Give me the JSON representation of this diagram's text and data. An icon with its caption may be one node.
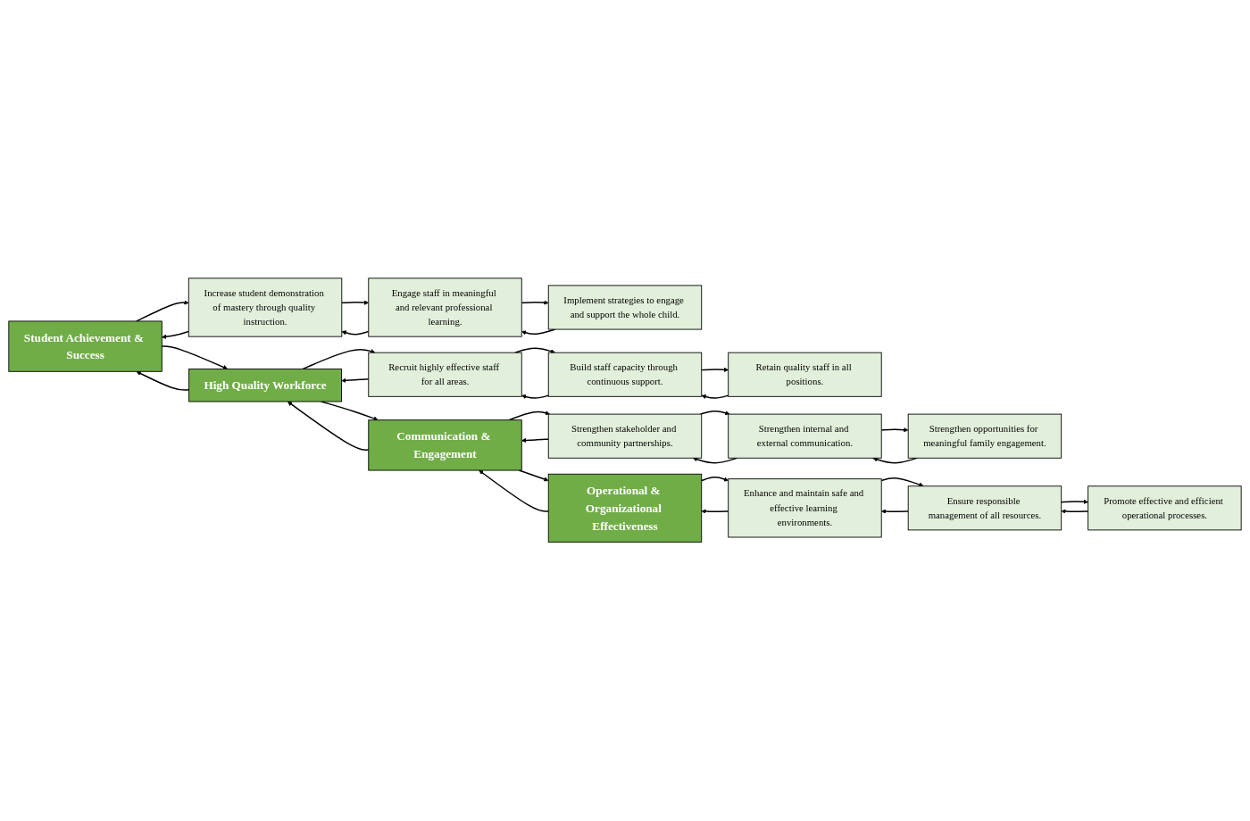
{
  "diagram": {
    "nodes": [
      {
        "text": [
          "Student Achievement & Success"
        ]
      },
      {
        "text": [
          "Increase student demonstration of mastery through quality instruction."
        ]
      },
      {
        "text": [
          "Engage staff in meaningful and relevant professional learning."
        ]
      },
      {
        "text": [
          "Implement strategies to engage and support the whole child."
        ]
      },
      {
        "text": [
          "High Quality Workforce"
        ]
      },
      {
        "text": [
          "Recruit highly effective staff for all areas."
        ]
      },
      {
        "text": [
          "Build staff capacity through continuous support."
        ]
      },
      {
        "text": [
          "Retain quality staff in all positions."
        ]
      },
      {
        "text": [
          "Communication & Engagement"
        ]
      },
      {
        "text": [
          "Strengthen stakeholder and community partnerships."
        ]
      },
      {
        "text": [
          "Strengthen internal and external communication."
        ]
      },
      {
        "text": [
          "Strengthen opportunities for meaningful family engagement."
        ]
      },
      {
        "text": [
          "Operational & Organizational Effectiveness"
        ]
      },
      {
        "text": [
          "Enhance and maintain safe and effective learning environments."
        ]
      },
      {
        "text": [
          "Ensure responsible management of all resources."
        ]
      },
      {
        "text": [
          "Promote effective and efficient operational processes."
        ]
      }
    ],
    "edges": [
      {
        "from": 1,
        "to": 0,
        "arrow": "to"
      },
      {
        "from": 0,
        "to": 1,
        "arrow": "to"
      },
      {
        "from": 2,
        "to": 1,
        "arrow": "to"
      },
      {
        "from": 1,
        "to": 2,
        "arrow": "to"
      },
      {
        "from": 3,
        "to": 2,
        "arrow": "to"
      },
      {
        "from": 2,
        "to": 3,
        "arrow": "to"
      },
      {
        "from": 4,
        "to": 0,
        "arrow": "to"
      },
      {
        "from": 0,
        "to": 4,
        "arrow": "to"
      },
      {
        "from": 5,
        "to": 4,
        "arrow": "to"
      },
      {
        "from": 4,
        "to": 5,
        "arrow": "to"
      },
      {
        "from": 6,
        "to": 5,
        "arrow": "to"
      },
      {
        "from": 5,
        "to": 6,
        "arrow": "to"
      },
      {
        "from": 7,
        "to": 6,
        "arrow": "to"
      },
      {
        "from": 6,
        "to": 7,
        "arrow": "to"
      },
      {
        "from": 8,
        "to": 4,
        "arrow": "to"
      },
      {
        "from": 4,
        "to": 8,
        "arrow": "to"
      },
      {
        "from": 9,
        "to": 8,
        "arrow": "to"
      },
      {
        "from": 8,
        "to": 9,
        "arrow": "to"
      },
      {
        "from": 10,
        "to": 9,
        "arrow": "to"
      },
      {
        "from": 9,
        "to": 10,
        "arrow": "to"
      },
      {
        "from": 11,
        "to": 10,
        "arrow": "to"
      },
      {
        "from": 10,
        "to": 11,
        "arrow": "to"
      },
      {
        "from": 12,
        "to": 8,
        "arrow": "to"
      },
      {
        "from": 8,
        "to": 12,
        "arrow": "to"
      },
      {
        "from": 13,
        "to": 12,
        "arrow": "to"
      },
      {
        "from": 12,
        "to": 13,
        "arrow": "to"
      },
      {
        "from": 14,
        "to": 13,
        "arrow": "to"
      },
      {
        "from": 13,
        "to": 14,
        "arrow": "to"
      },
      {
        "from": 15,
        "to": 14,
        "arrow": "to"
      },
      {
        "from": 14,
        "to": 15,
        "arrow": "to"
      }
    ]
  }
}
